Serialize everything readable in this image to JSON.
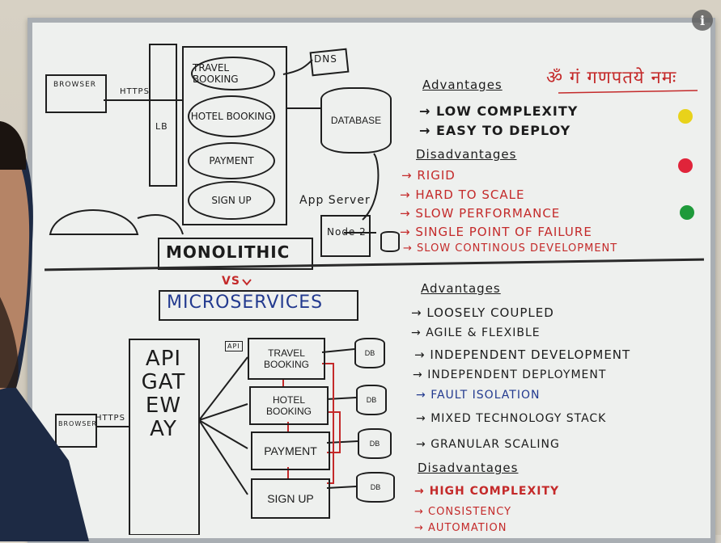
{
  "monolithic": {
    "label": "MONOLITHIC",
    "browser": "BROWSER",
    "https": "HTTPS",
    "lb": "LB",
    "dns": "DNS",
    "database": "DATABASE",
    "app_server": "App Server",
    "node": "Node 2",
    "modules": [
      "TRAVEL BOOKING",
      "HOTEL BOOKING",
      "PAYMENT",
      "SIGN UP"
    ],
    "advantages_title": "Advantages",
    "advantages": [
      "LOW COMPLEXITY",
      "EASY TO DEPLOY"
    ],
    "disadvantages_title": "Disadvantages",
    "disadvantages": [
      "RIGID",
      "HARD TO SCALE",
      "SLOW PERFORMANCE",
      "SINGLE POINT OF FAILURE",
      "SLOW CONTINOUS DEVELOPMENT"
    ]
  },
  "vs": "VS",
  "top_right_text": "ॐ गं गणपतये नमः",
  "microservices": {
    "label": "MICROSERVICES",
    "browser": "BROWSER",
    "https": "HTTPS",
    "gateway": "API GATEWAY",
    "services": [
      "TRAVEL BOOKING",
      "HOTEL BOOKING",
      "PAYMENT",
      "SIGN UP"
    ],
    "db": "DB",
    "api": "API",
    "advantages_title": "Advantages",
    "advantages": [
      "LOOSELY COUPLED",
      "AGILE & FLEXIBLE",
      "INDEPENDENT DEVELOPMENT",
      "INDEPENDENT DEPLOYMENT",
      "FAULT ISOLATION",
      "MIXED TECHNOLOGY STACK",
      "GRANULAR SCALING"
    ],
    "disadvantages_title": "Disadvantages",
    "disadvantages": [
      "HIGH COMPLEXITY",
      "CONSISTENCY",
      "AUTOMATION"
    ]
  },
  "colors": {
    "marker_black": "#1c1c1c",
    "marker_red": "#c42a2a",
    "marker_blue": "#233a8f",
    "magnet_yellow": "#e8d21a",
    "magnet_red": "#e0243a",
    "magnet_green": "#1e9a3a"
  },
  "icons": [
    "info-icon",
    "laptop-icon",
    "database-icon",
    "server-icon",
    "magnet-icon"
  ]
}
